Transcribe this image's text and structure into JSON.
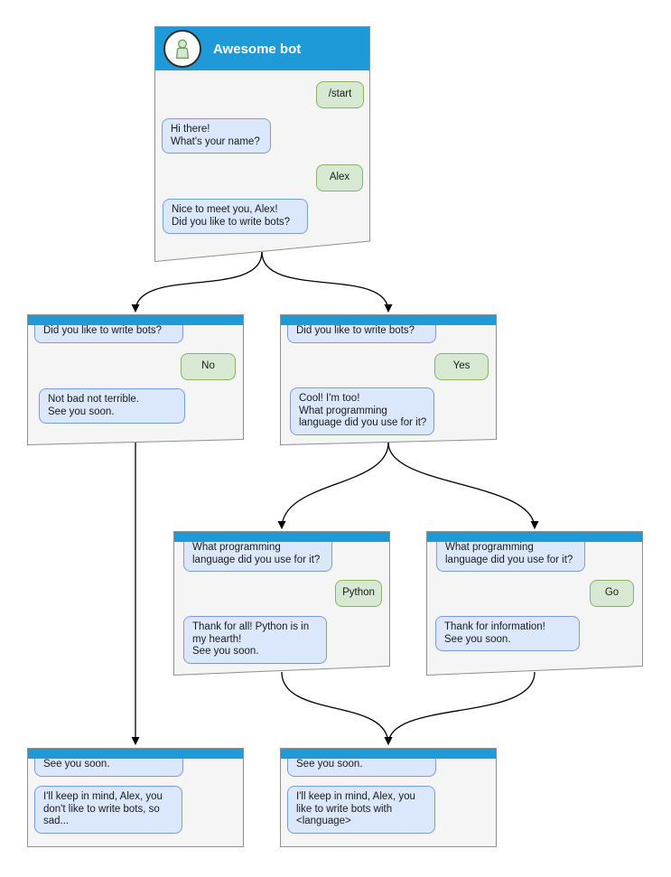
{
  "colors": {
    "header_blue": "#1d9ad7",
    "window_fill": "#f5f5f5",
    "window_border": "#8f8f8f",
    "bot_bubble_fill": "#dbe8fc",
    "bot_bubble_border": "#7a9cd9",
    "user_bubble_fill": "#d7e8d3",
    "user_bubble_border": "#84b468",
    "arrow": "#000000",
    "title_text": "#ffffff"
  },
  "windows": {
    "main": {
      "title": "Awesome bot",
      "avatar_icon": "person-icon",
      "messages": [
        {
          "from": "user",
          "text": "/start"
        },
        {
          "from": "bot",
          "text": "Hi there!\nWhat's your name?"
        },
        {
          "from": "user",
          "text": "Alex"
        },
        {
          "from": "bot",
          "text": "Nice to meet you, Alex!\nDid you like to write bots?"
        }
      ]
    },
    "branch_no": {
      "messages": [
        {
          "from": "bot",
          "text": "Did you like to write bots?"
        },
        {
          "from": "user",
          "text": "No"
        },
        {
          "from": "bot",
          "text": "Not bad not terrible.\nSee you soon."
        }
      ]
    },
    "branch_yes": {
      "messages": [
        {
          "from": "bot",
          "text": "Did you like to write bots?"
        },
        {
          "from": "user",
          "text": "Yes"
        },
        {
          "from": "bot",
          "text": "Cool! I'm too!\nWhat programming\nlanguage did you use for it?"
        }
      ]
    },
    "branch_python": {
      "messages": [
        {
          "from": "bot",
          "text": "What programming\nlanguage did you use for it?"
        },
        {
          "from": "user",
          "text": "Python"
        },
        {
          "from": "bot",
          "text": "Thank for all! Python is in\nmy hearth!\nSee you soon."
        }
      ]
    },
    "branch_go": {
      "messages": [
        {
          "from": "bot",
          "text": "What programming\nlanguage did you use for it?"
        },
        {
          "from": "user",
          "text": "Go"
        },
        {
          "from": "bot",
          "text": "Thank for information!\nSee you soon."
        }
      ]
    },
    "end_no": {
      "messages": [
        {
          "from": "bot",
          "text": "See you soon."
        },
        {
          "from": "bot",
          "text": "I'll keep in mind, Alex, you\ndon't like to write bots, so\nsad..."
        }
      ]
    },
    "end_language": {
      "messages": [
        {
          "from": "bot",
          "text": "See you soon."
        },
        {
          "from": "bot",
          "text": "I'll keep in mind, Alex, you\nlike to write bots with\n<language>"
        }
      ]
    }
  },
  "connections": [
    {
      "from": "main",
      "to": "branch_no"
    },
    {
      "from": "main",
      "to": "branch_yes"
    },
    {
      "from": "branch_yes",
      "to": "branch_python"
    },
    {
      "from": "branch_yes",
      "to": "branch_go"
    },
    {
      "from": "branch_no",
      "to": "end_no"
    },
    {
      "from": "branch_python",
      "to": "end_language"
    },
    {
      "from": "branch_go",
      "to": "end_language"
    }
  ]
}
